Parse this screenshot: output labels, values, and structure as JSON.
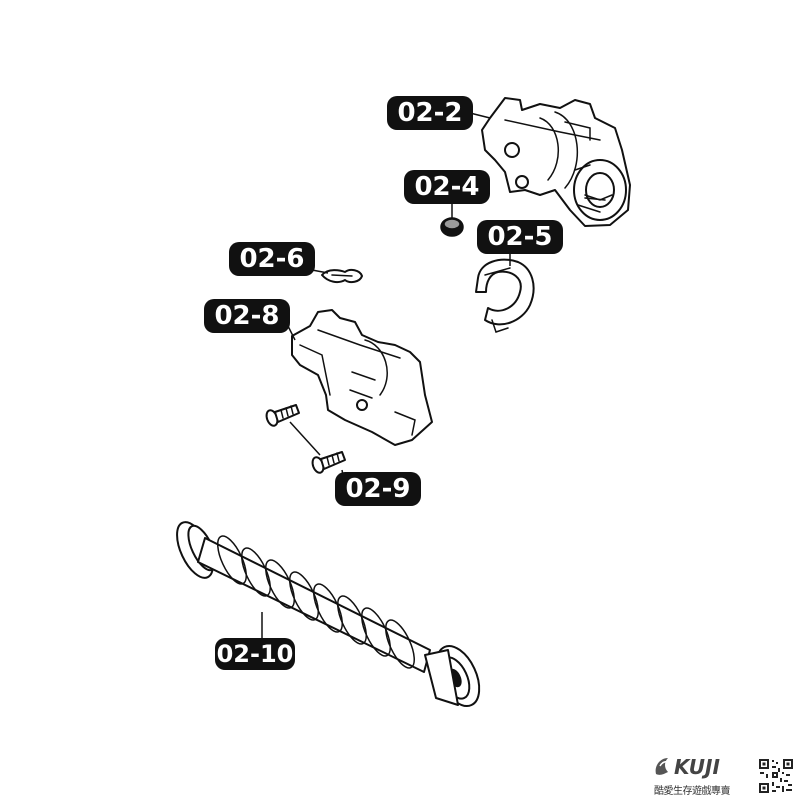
{
  "labels": {
    "p02_2": "02-2",
    "p02_4": "02-4",
    "p02_5": "02-5",
    "p02_6": "02-6",
    "p02_8": "02-8",
    "p02_9": "02-9",
    "p02_10": "02-10"
  },
  "brand": {
    "logo_text": "KUJI",
    "tagline": "酷愛生存遊戲專賣"
  },
  "colors": {
    "ink": "#111111",
    "background": "#ffffff"
  }
}
